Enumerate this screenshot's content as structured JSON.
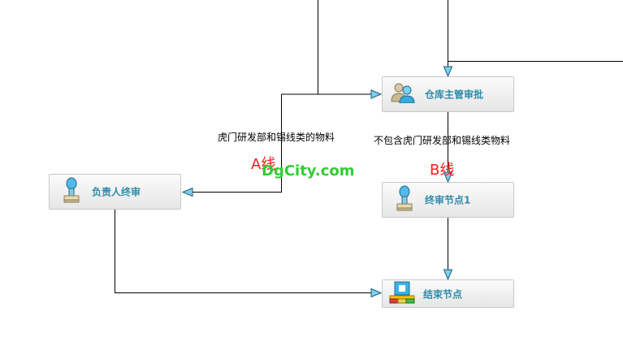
{
  "nodes": {
    "warehouse": {
      "label": "仓库主管审批",
      "icon": "users-icon"
    },
    "owner": {
      "label": "负责人终审",
      "icon": "stamp-icon"
    },
    "final1": {
      "label": "终审节点1",
      "icon": "stamp-icon"
    },
    "end": {
      "label": "结束节点",
      "icon": "end-block-icon"
    }
  },
  "edges": {
    "a_condition": "虎门研发部和锡线类的物料",
    "b_condition": "不包含虎门研发部和锡线类物料"
  },
  "annotations": {
    "a_line": "A线",
    "b_line": "B线"
  },
  "watermark": "DgCity.com",
  "colors": {
    "node_text": "#2f8cab",
    "annotation": "#ff1a1a",
    "arrow_fill": "#7fd0ee",
    "watermark": "#33cc33"
  }
}
